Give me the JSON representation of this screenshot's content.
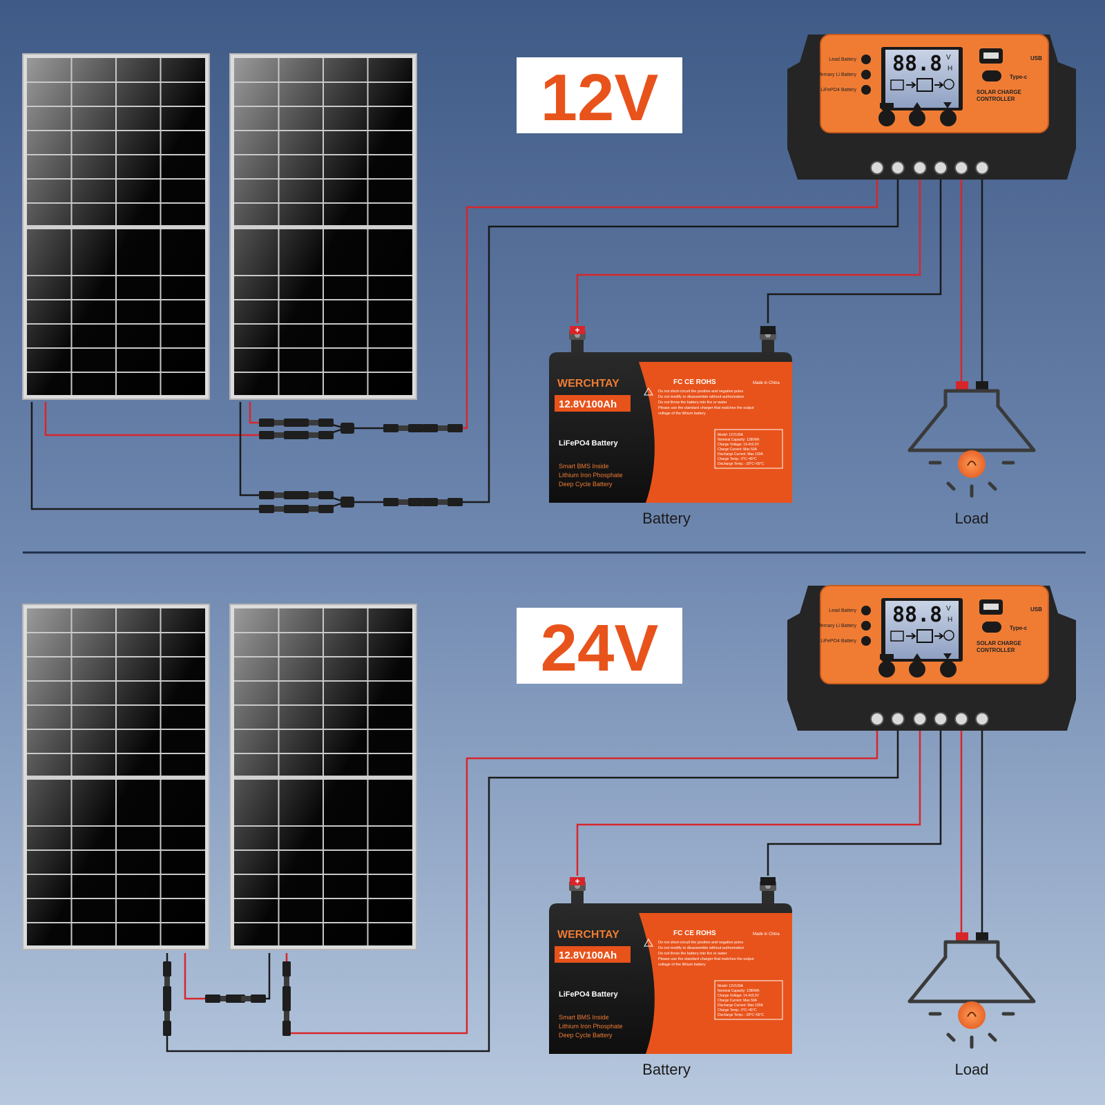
{
  "colors": {
    "accent": "#E8531B",
    "controller_orange": "#F07C34",
    "wire_red": "#D7262B",
    "wire_black": "#1A1A1A",
    "background_top": "#3F5A86",
    "background_bottom": "#B7C8DE"
  },
  "sections": [
    {
      "voltage_label": "12V",
      "battery": {
        "brand": "WERCHTAY",
        "rating": "12.8V100Ah",
        "chemistry": "LiFePO4 Battery",
        "features": [
          "Smart BMS Inside",
          "Lithium Iron Phosphate",
          "Deep Cycle Battery"
        ],
        "certifications": "FC CE ROHS",
        "origin": "Made in China",
        "warnings": [
          "Do not short-circuit the positive and negative poles",
          "Do not modify or disassemble without authorization",
          "Do not throw the battery into fire or water",
          "Please use the standard charger that matches the output",
          "voltage of the lithium battery"
        ],
        "specs": [
          "Model: 12V100A",
          "Nominal Capacity: 1280Wh",
          "Charge Voltage: 14.4±0.2V",
          "Charge Current: Max 50A",
          "Discharge Current: Max 100A",
          "Charge Temp.: 0°C~45°C",
          "Discharge Temp.: -20°C~65°C"
        ],
        "caption": "Battery"
      },
      "load": {
        "caption": "Load"
      },
      "controller": {
        "lcd_digits": "88.8",
        "lcd_unit_v": "V",
        "lcd_unit_h": "H",
        "battery_modes": [
          "Lead Battery",
          "Ternary Li Battery",
          "LiFePO4 Battery"
        ],
        "usb_label": "USB",
        "typec_label": "Type-c",
        "title_line1": "SOLAR CHARGE",
        "title_line2": "CONTROLLER"
      }
    },
    {
      "voltage_label": "24V",
      "battery": {
        "brand": "WERCHTAY",
        "rating": "12.8V100Ah",
        "chemistry": "LiFePO4 Battery",
        "features": [
          "Smart BMS Inside",
          "Lithium Iron Phosphate",
          "Deep Cycle Battery"
        ],
        "certifications": "FC CE ROHS",
        "origin": "Made in China",
        "warnings": [
          "Do not short-circuit the positive and negative poles",
          "Do not modify or disassemble without authorization",
          "Do not throw the battery into fire or water",
          "Please use the standard charger that matches the output",
          "voltage of the lithium battery"
        ],
        "specs": [
          "Model: 12V100A",
          "Nominal Capacity: 1280Wh",
          "Charge Voltage: 14.4±0.2V",
          "Charge Current: Max 50A",
          "Discharge Current: Max 100A",
          "Charge Temp.: 0°C~45°C",
          "Discharge Temp.: -20°C~65°C"
        ],
        "caption": "Battery"
      },
      "load": {
        "caption": "Load"
      },
      "controller": {
        "lcd_digits": "88.8",
        "lcd_unit_v": "V",
        "lcd_unit_h": "H",
        "battery_modes": [
          "Lead Battery",
          "Ternary Li Battery",
          "LiFePO4 Battery"
        ],
        "usb_label": "USB",
        "typec_label": "Type-c",
        "title_line1": "SOLAR CHARGE",
        "title_line2": "CONTROLLER"
      }
    }
  ]
}
